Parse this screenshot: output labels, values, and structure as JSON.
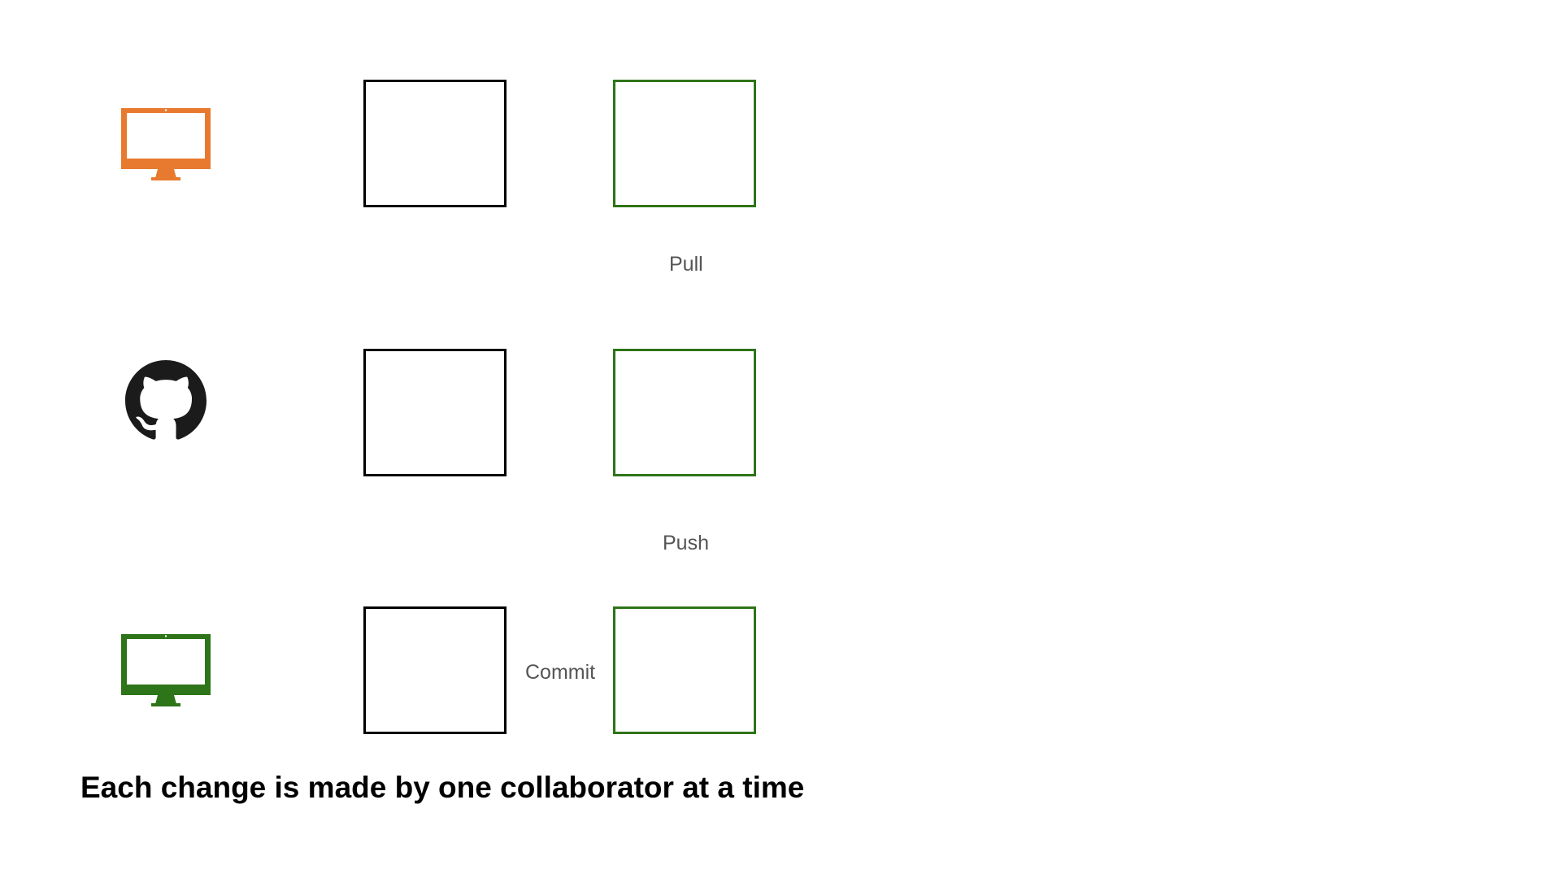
{
  "colors": {
    "orange_collaborator": "#e87a30",
    "green_collaborator": "#2e7418",
    "github": "#1b1b1b",
    "box_neutral": "#000000",
    "box_green": "#2e7418",
    "label_text": "#555555"
  },
  "icons": {
    "top": "desktop-monitor-icon",
    "middle": "github-octocat-icon",
    "bottom": "desktop-monitor-icon"
  },
  "labels": {
    "pull": "Pull",
    "push": "Push",
    "commit": "Commit"
  },
  "caption": "Each change is made by one collaborator at a time"
}
